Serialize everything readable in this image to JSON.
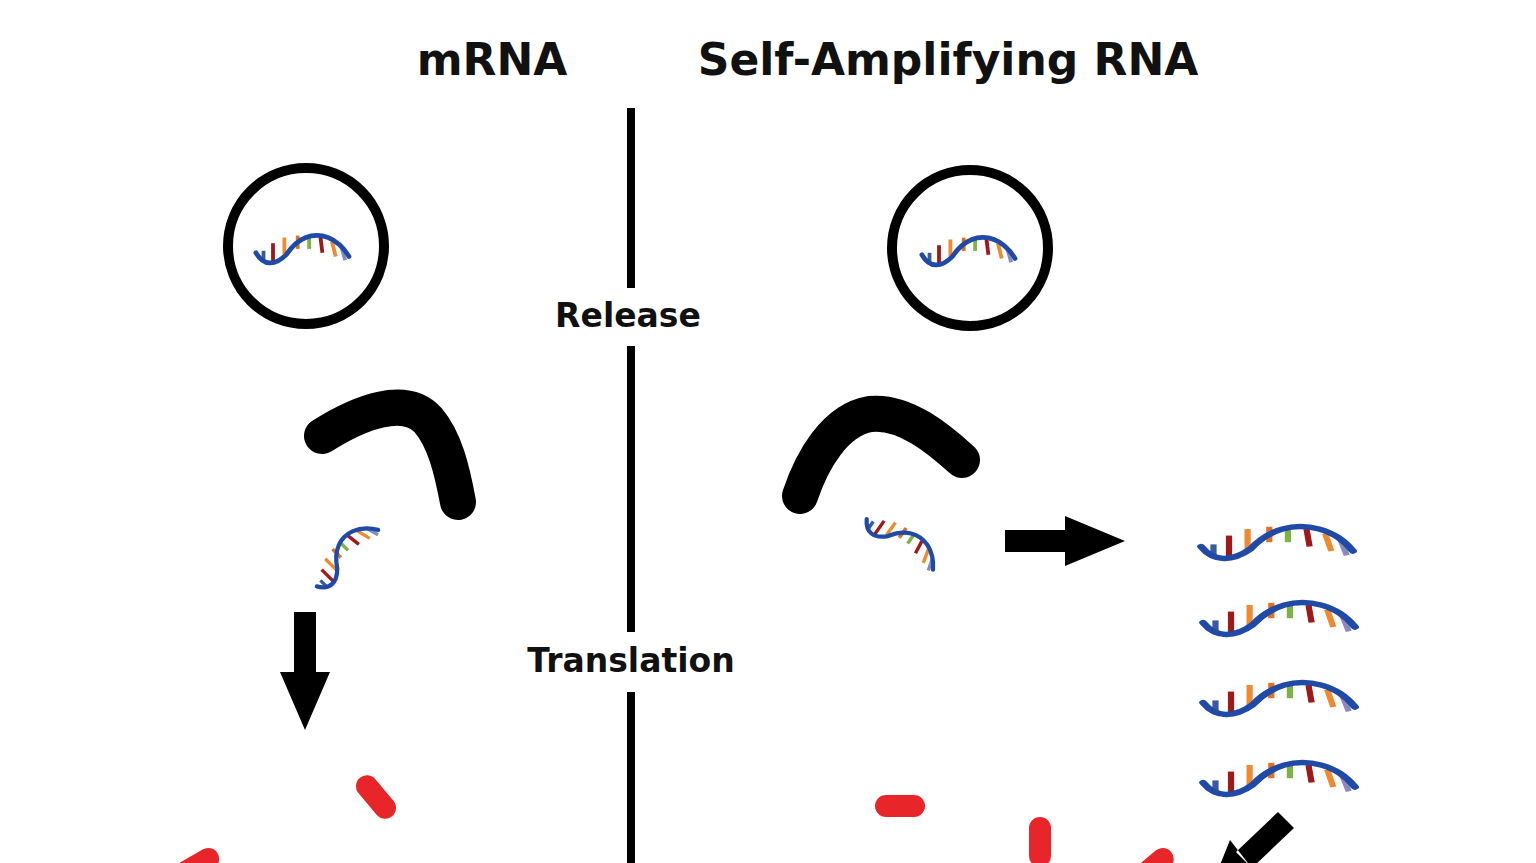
{
  "diagram": {
    "labels": [
      "mRNA",
      "Self-Amplifying RNA",
      "Release",
      "Translation"
    ]
  }
}
